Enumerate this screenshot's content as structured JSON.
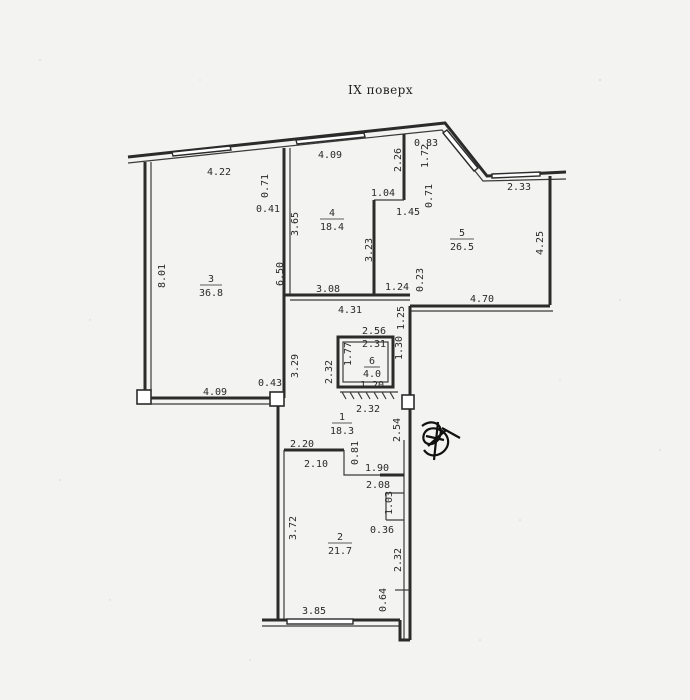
{
  "floor_title": "IX поверх",
  "rooms": [
    {
      "id": "room-1",
      "number": "1",
      "area": "18.3"
    },
    {
      "id": "room-2",
      "number": "2",
      "area": "21.7"
    },
    {
      "id": "room-3",
      "number": "3",
      "area": "36.8"
    },
    {
      "id": "room-4",
      "number": "4",
      "area": "18.4"
    },
    {
      "id": "room-5",
      "number": "5",
      "area": "26.5"
    },
    {
      "id": "room-6",
      "number": "6",
      "area": "4.0"
    }
  ],
  "dimensions": [
    "4.22",
    "4.09",
    "0.83",
    "1.72",
    "2.26",
    "0.71",
    "0.41",
    "3.65",
    "1.04",
    "0.71",
    "1.45",
    "2.33",
    "8.01",
    "3.23",
    "4.25",
    "6.50",
    "3.08",
    "1.24",
    "0.23",
    "4.31",
    "1.25",
    "4.70",
    "2.56",
    "2.31",
    "1.77",
    "1.30",
    "2.32",
    "3.29",
    "1.20",
    "4.09",
    "0.43",
    "2.32",
    "2.54",
    "2.20",
    "0.81",
    "2.10",
    "1.90",
    "2.08",
    "1.03",
    "0.36",
    "3.72",
    "2.32",
    "0.64",
    "3.85"
  ]
}
